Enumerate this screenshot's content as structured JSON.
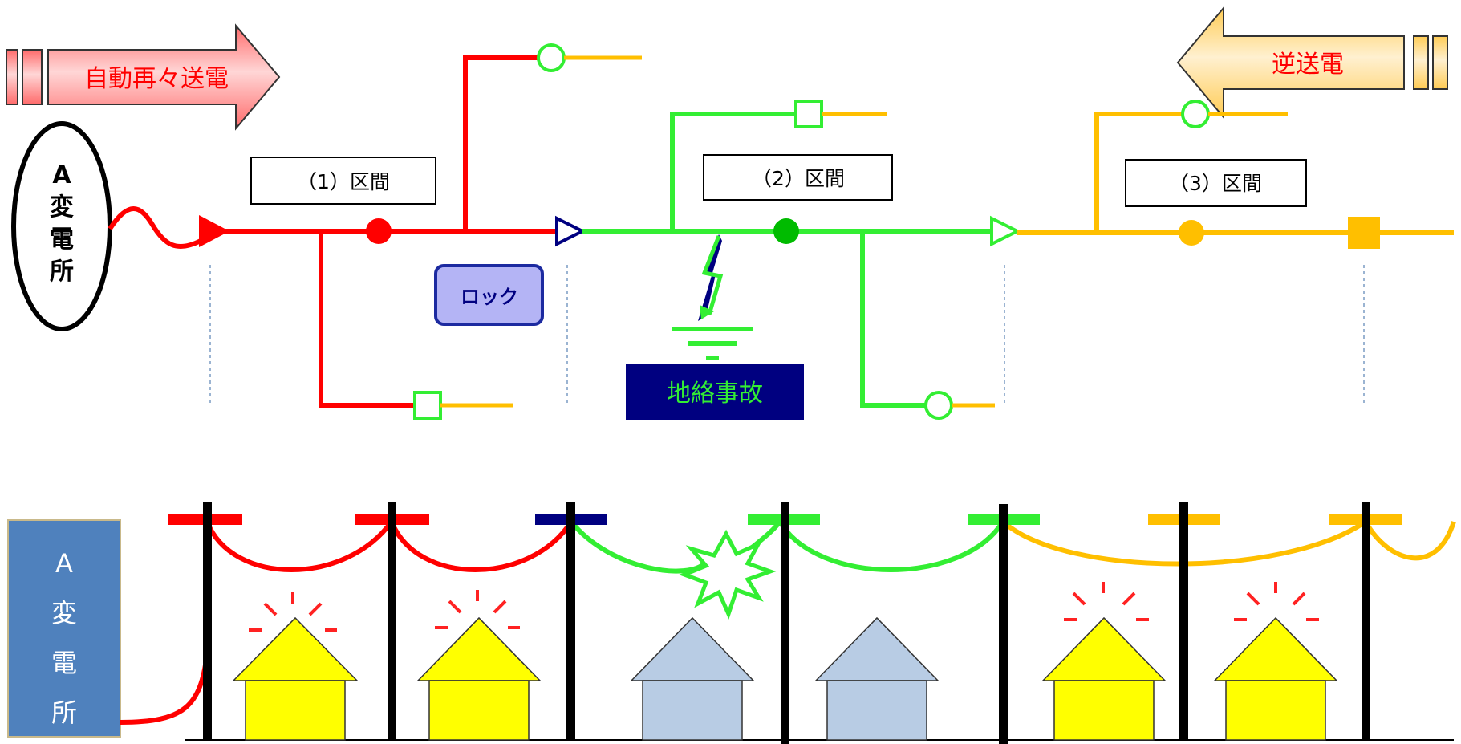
{
  "top_diagram": {
    "substation": {
      "line1": "A",
      "line2": "変",
      "line3": "電",
      "line4": "所"
    },
    "reclose_arrow_label": "自動再々送電",
    "reverse_arrow_label": "逆送電",
    "section_labels": [
      "（1）区間",
      "（2）区間",
      "（3）区間"
    ],
    "lock_label": "ロック",
    "fault_label": "地絡事故"
  },
  "bottom_diagram": {
    "substation": {
      "line1": "A",
      "line2": "変",
      "line3": "電",
      "line4": "所"
    },
    "houses": [
      {
        "status": "powered"
      },
      {
        "status": "powered"
      },
      {
        "status": "outage"
      },
      {
        "status": "outage"
      },
      {
        "status": "powered"
      },
      {
        "status": "powered"
      }
    ]
  },
  "colors": {
    "section1": "#ff0000",
    "section2": "#33ee33",
    "section3": "#ffbf00",
    "lock_bg": "#b4b4f5",
    "lock_border": "#1c2aa0",
    "fault_bg": "#000080",
    "fault_text": "#33ee33",
    "substation_box": "#4f81bd",
    "house_powered": "#ffff00",
    "house_outage": "#b8cce4",
    "pole": "#000000"
  }
}
